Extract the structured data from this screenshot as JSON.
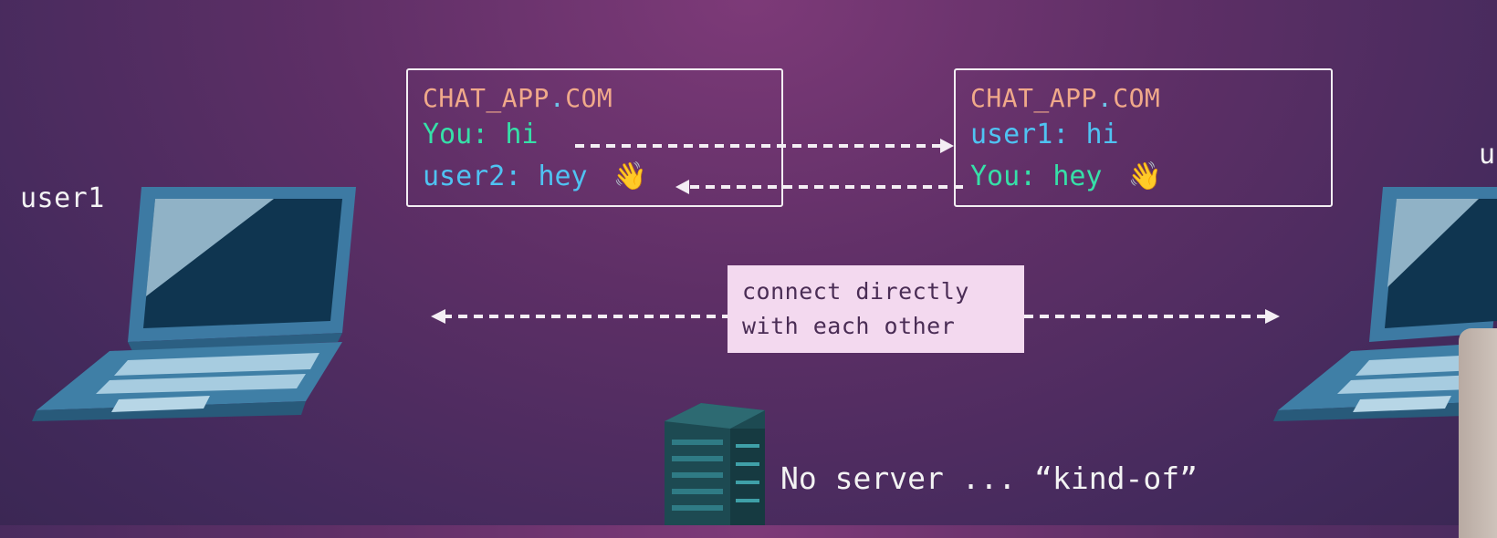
{
  "labels": {
    "left_user": "user1",
    "right_user": "u"
  },
  "chat_left": {
    "title_a": "CHAT_APP",
    "title_dot": ".",
    "title_b": "COM",
    "line1_speaker": "You:",
    "line1_text": "hi",
    "line2_speaker": "user2:",
    "line2_text": "hey",
    "line2_emoji": "👋"
  },
  "chat_right": {
    "title_a": "CHAT_APP",
    "title_dot": ".",
    "title_b": "COM",
    "line1_speaker": "user1:",
    "line1_text": "hi",
    "line2_speaker": "You:",
    "line2_text": "hey",
    "line2_emoji": "👋"
  },
  "note": {
    "line1": "connect directly",
    "line2": "with each other"
  },
  "server_caption": "No server ... “kind-of”",
  "colors": {
    "background": "#5e2f66",
    "you_text": "#36e0a8",
    "other_text": "#4fc3f2",
    "title_text": "#f0a98a",
    "note_bg": "#f3d9ef",
    "laptop_blue": "#3f7fa6",
    "server_teal": "#1d4a52"
  },
  "icons": {
    "left_device": "laptop-icon",
    "right_device": "laptop-icon",
    "server": "server-rack-icon",
    "emoji": "waving-hand-icon"
  }
}
